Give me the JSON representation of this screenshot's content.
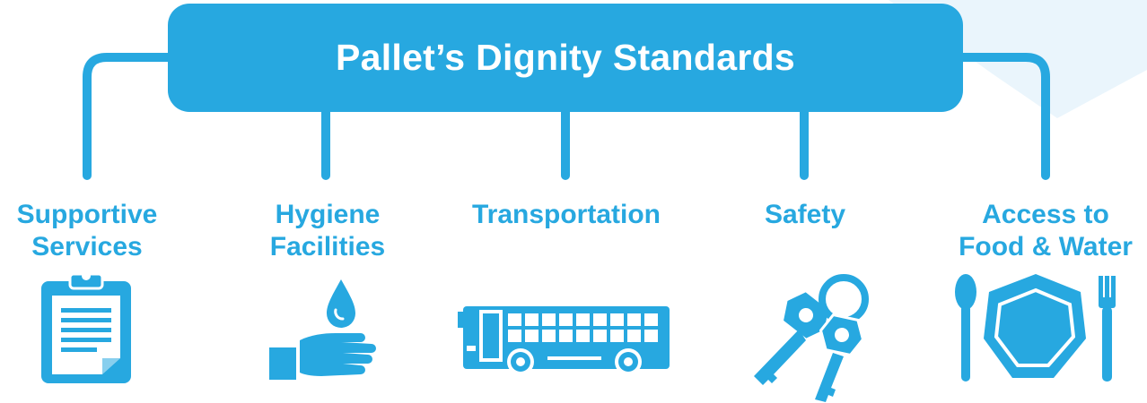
{
  "title": "Pallet’s Dignity Standards",
  "colors": {
    "primary": "#27a8e0",
    "decor": "#eaf5fc",
    "background": "#ffffff"
  },
  "standards": [
    {
      "lines": [
        "Supportive",
        "Services"
      ],
      "icon": "clipboard-icon"
    },
    {
      "lines": [
        "Hygiene",
        "Facilities"
      ],
      "icon": "water-drop-hand-icon"
    },
    {
      "lines": [
        "Transportation"
      ],
      "icon": "bus-icon"
    },
    {
      "lines": [
        "Safety"
      ],
      "icon": "keys-icon"
    },
    {
      "lines": [
        "Access to",
        "Food & Water"
      ],
      "icon": "plate-utensils-icon"
    }
  ]
}
